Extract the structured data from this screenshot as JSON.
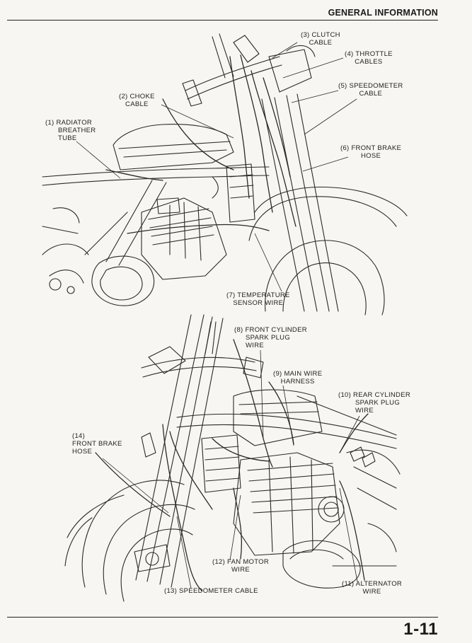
{
  "header": {
    "title": "GENERAL INFORMATION"
  },
  "page_number": "1-11",
  "figure_top": {
    "labels": {
      "clutch_cable": [
        "(3) CLUTCH",
        "CABLE"
      ],
      "throttle_cables": [
        "(4) THROTTLE",
        "CABLES"
      ],
      "speedometer_cable": [
        "(5) SPEEDOMETER",
        "CABLE"
      ],
      "choke_cable": [
        "(2) CHOKE",
        "CABLE"
      ],
      "radiator_breather_tube": [
        "(1) RADIATOR",
        "BREATHER",
        "TUBE"
      ],
      "front_brake_hose": [
        "(6) FRONT BRAKE",
        "HOSE"
      ],
      "temperature_sensor_wire": [
        "(7) TEMPERATURE",
        "SENSOR WIRE"
      ]
    }
  },
  "figure_bottom": {
    "labels": {
      "front_cylinder_spark_plug_wire": [
        "(8) FRONT CYLINDER",
        "SPARK PLUG",
        "WIRE"
      ],
      "main_wire_harness": [
        "(9) MAIN WIRE",
        "HARNESS"
      ],
      "rear_cylinder_spark_plug_wire": [
        "(10) REAR CYLINDER",
        "SPARK PLUG",
        "WIRE"
      ],
      "front_brake_hose": [
        "(14)",
        "FRONT BRAKE",
        "HOSE"
      ],
      "fan_motor_wire": [
        "(12) FAN MOTOR",
        "WIRE"
      ],
      "alternator_wire": [
        "(11) ALTERNATOR",
        "WIRE"
      ],
      "speedometer_cable": [
        "(13) SPEEDOMETER CABLE"
      ]
    }
  }
}
